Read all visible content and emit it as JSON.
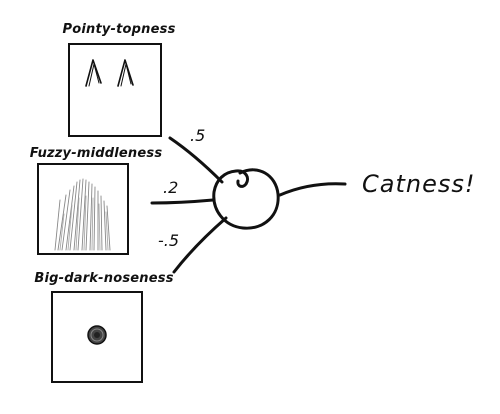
{
  "diagram": {
    "inputs": [
      {
        "label": "Pointy-topness",
        "weight": ".5",
        "icon": "pointy-ears-sketch"
      },
      {
        "label": "Fuzzy-middleness",
        "weight": ".2",
        "icon": "fur-sketch"
      },
      {
        "label": "Big-dark-noseness",
        "weight": "-.5",
        "icon": "dark-nose-sketch"
      }
    ],
    "neuron": {
      "icon": "neuron-circle"
    },
    "output": {
      "label": "Catness!"
    }
  }
}
